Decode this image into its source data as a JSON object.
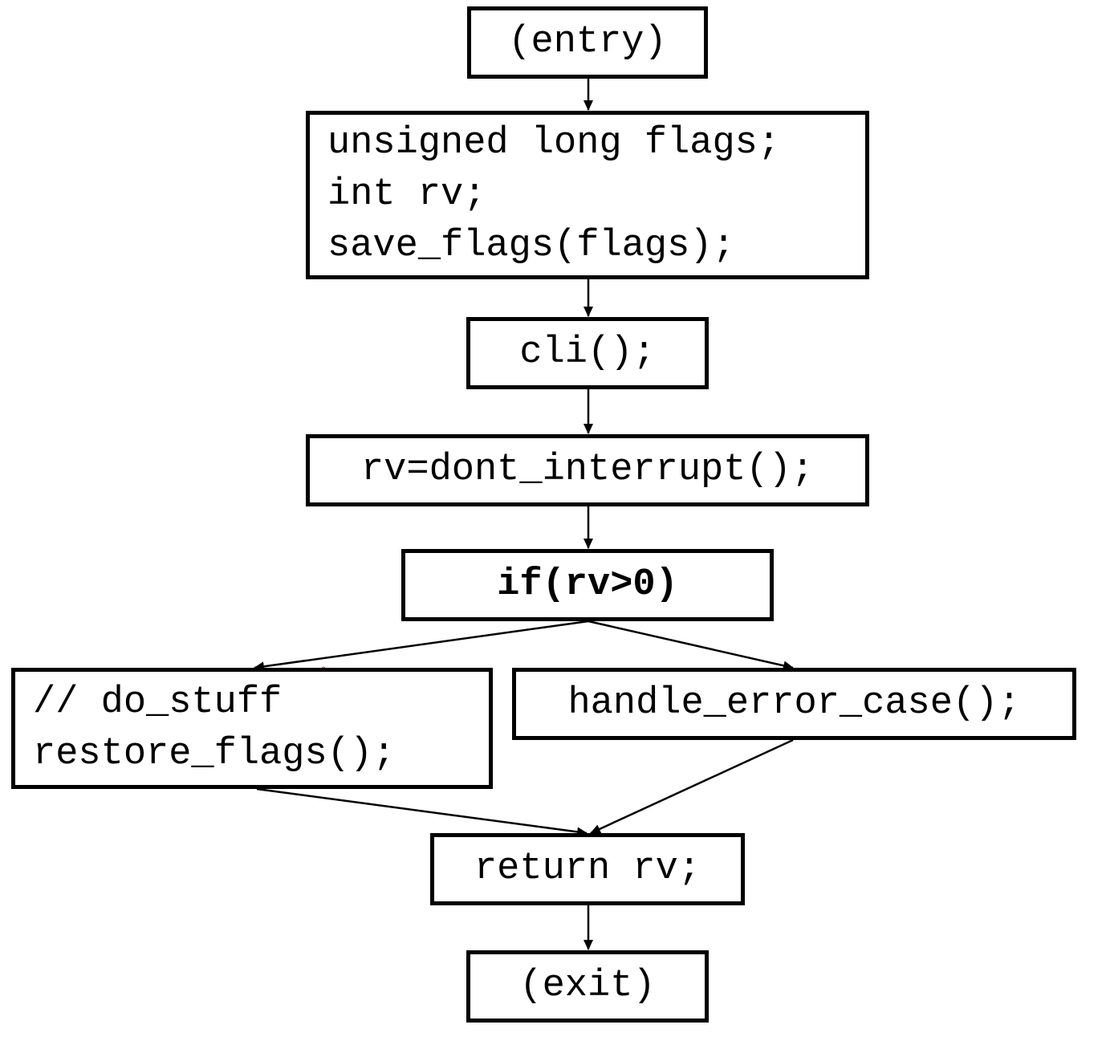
{
  "nodes": {
    "entry": {
      "lines": [
        "(entry)"
      ]
    },
    "declarations": {
      "lines": [
        "unsigned long flags;",
        "int rv;",
        "save_flags(flags);"
      ]
    },
    "cli": {
      "lines": [
        "cli();"
      ]
    },
    "call": {
      "lines": [
        "rv=dont_interrupt();"
      ]
    },
    "condition": {
      "lines": [
        "if(rv>0)"
      ]
    },
    "do_stuff": {
      "lines": [
        "// do_stuff",
        "restore_flags();"
      ]
    },
    "error": {
      "lines": [
        "handle_error_case();"
      ]
    },
    "return": {
      "lines": [
        "return rv;"
      ]
    },
    "exit": {
      "lines": [
        "(exit)"
      ]
    }
  },
  "colors": {
    "stroke": "#000000",
    "background": "#ffffff"
  }
}
